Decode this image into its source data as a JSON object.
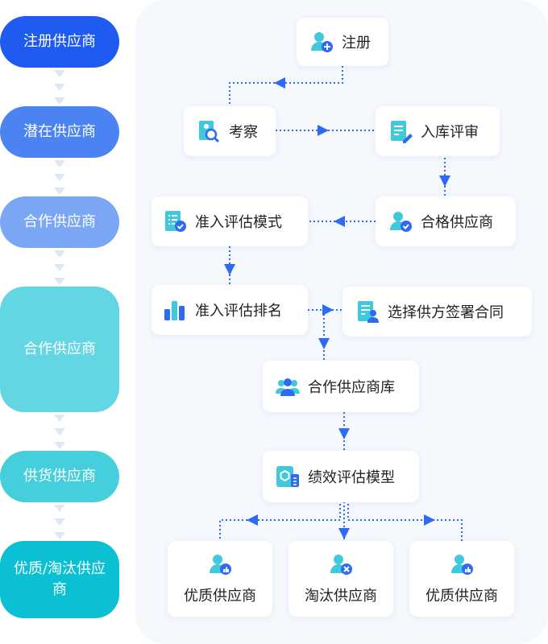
{
  "stages": [
    {
      "label": "注册供应商"
    },
    {
      "label": "潜在供应商"
    },
    {
      "label": "合作供应商"
    },
    {
      "label": "合作供应商"
    },
    {
      "label": "供货供应商"
    },
    {
      "label": "优质/淘汰供应商"
    }
  ],
  "nodes": {
    "register": {
      "label": "注册",
      "icon": "user-add-icon"
    },
    "inspect": {
      "label": "考察",
      "icon": "document-search-icon"
    },
    "review": {
      "label": "入库评审",
      "icon": "document-edit-icon"
    },
    "qualified": {
      "label": "合格供应商",
      "icon": "user-check-icon"
    },
    "access_model": {
      "label": "准入评估模式",
      "icon": "checklist-icon"
    },
    "ranking": {
      "label": "准入评估排名",
      "icon": "bar-chart-icon"
    },
    "contract": {
      "label": "选择供方签署合同",
      "icon": "contract-user-icon"
    },
    "library": {
      "label": "合作供应商库",
      "icon": "users-group-icon"
    },
    "performance": {
      "label": "绩效评估模型",
      "icon": "model-icon"
    },
    "quality1": {
      "label": "优质供应商",
      "icon": "user-like-icon"
    },
    "eliminate": {
      "label": "淘汰供应商",
      "icon": "user-remove-icon"
    },
    "quality2": {
      "label": "优质供应商",
      "icon": "user-like-icon"
    }
  },
  "colors": {
    "accent": "#2f6bf2",
    "cyan": "#3fc9db",
    "panel": "#f5f8fd"
  }
}
